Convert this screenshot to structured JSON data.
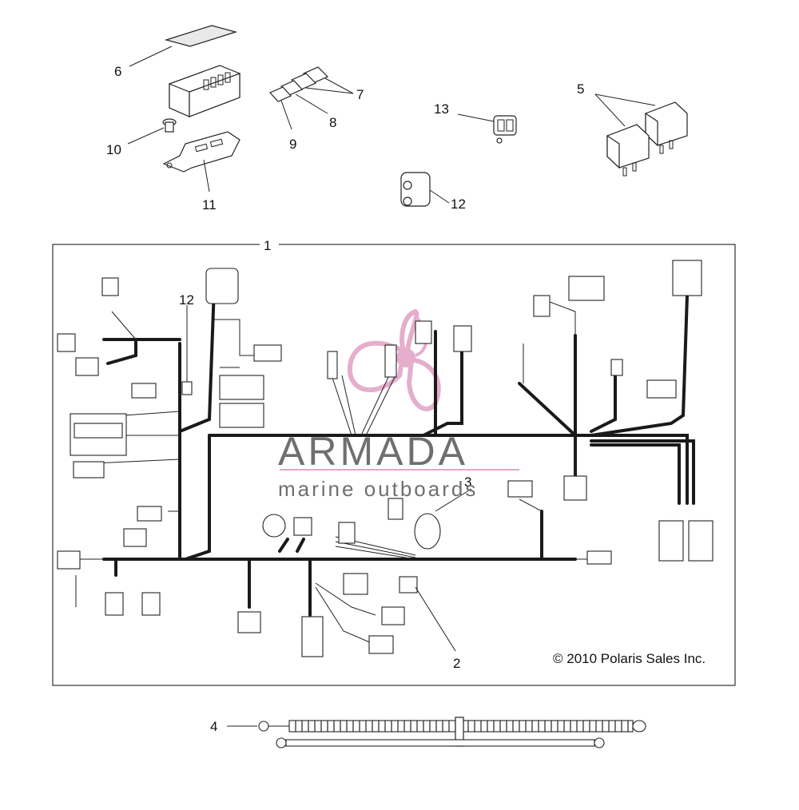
{
  "callouts": {
    "c1": "1",
    "c2": "2",
    "c3": "3",
    "c4": "4",
    "c5": "5",
    "c6": "6",
    "c7": "7",
    "c8": "8",
    "c9": "9",
    "c10": "10",
    "c11": "11",
    "c12_top": "12",
    "c12_inner": "12",
    "c13": "13"
  },
  "watermark": {
    "brand": "ARMADA",
    "tagline": "marine outboards",
    "logo_color": "#e3a6c8",
    "text_color": "#6f6f6f",
    "rule_color": "#e3a6c8"
  },
  "copyright": "© 2010 Polaris Sales Inc."
}
